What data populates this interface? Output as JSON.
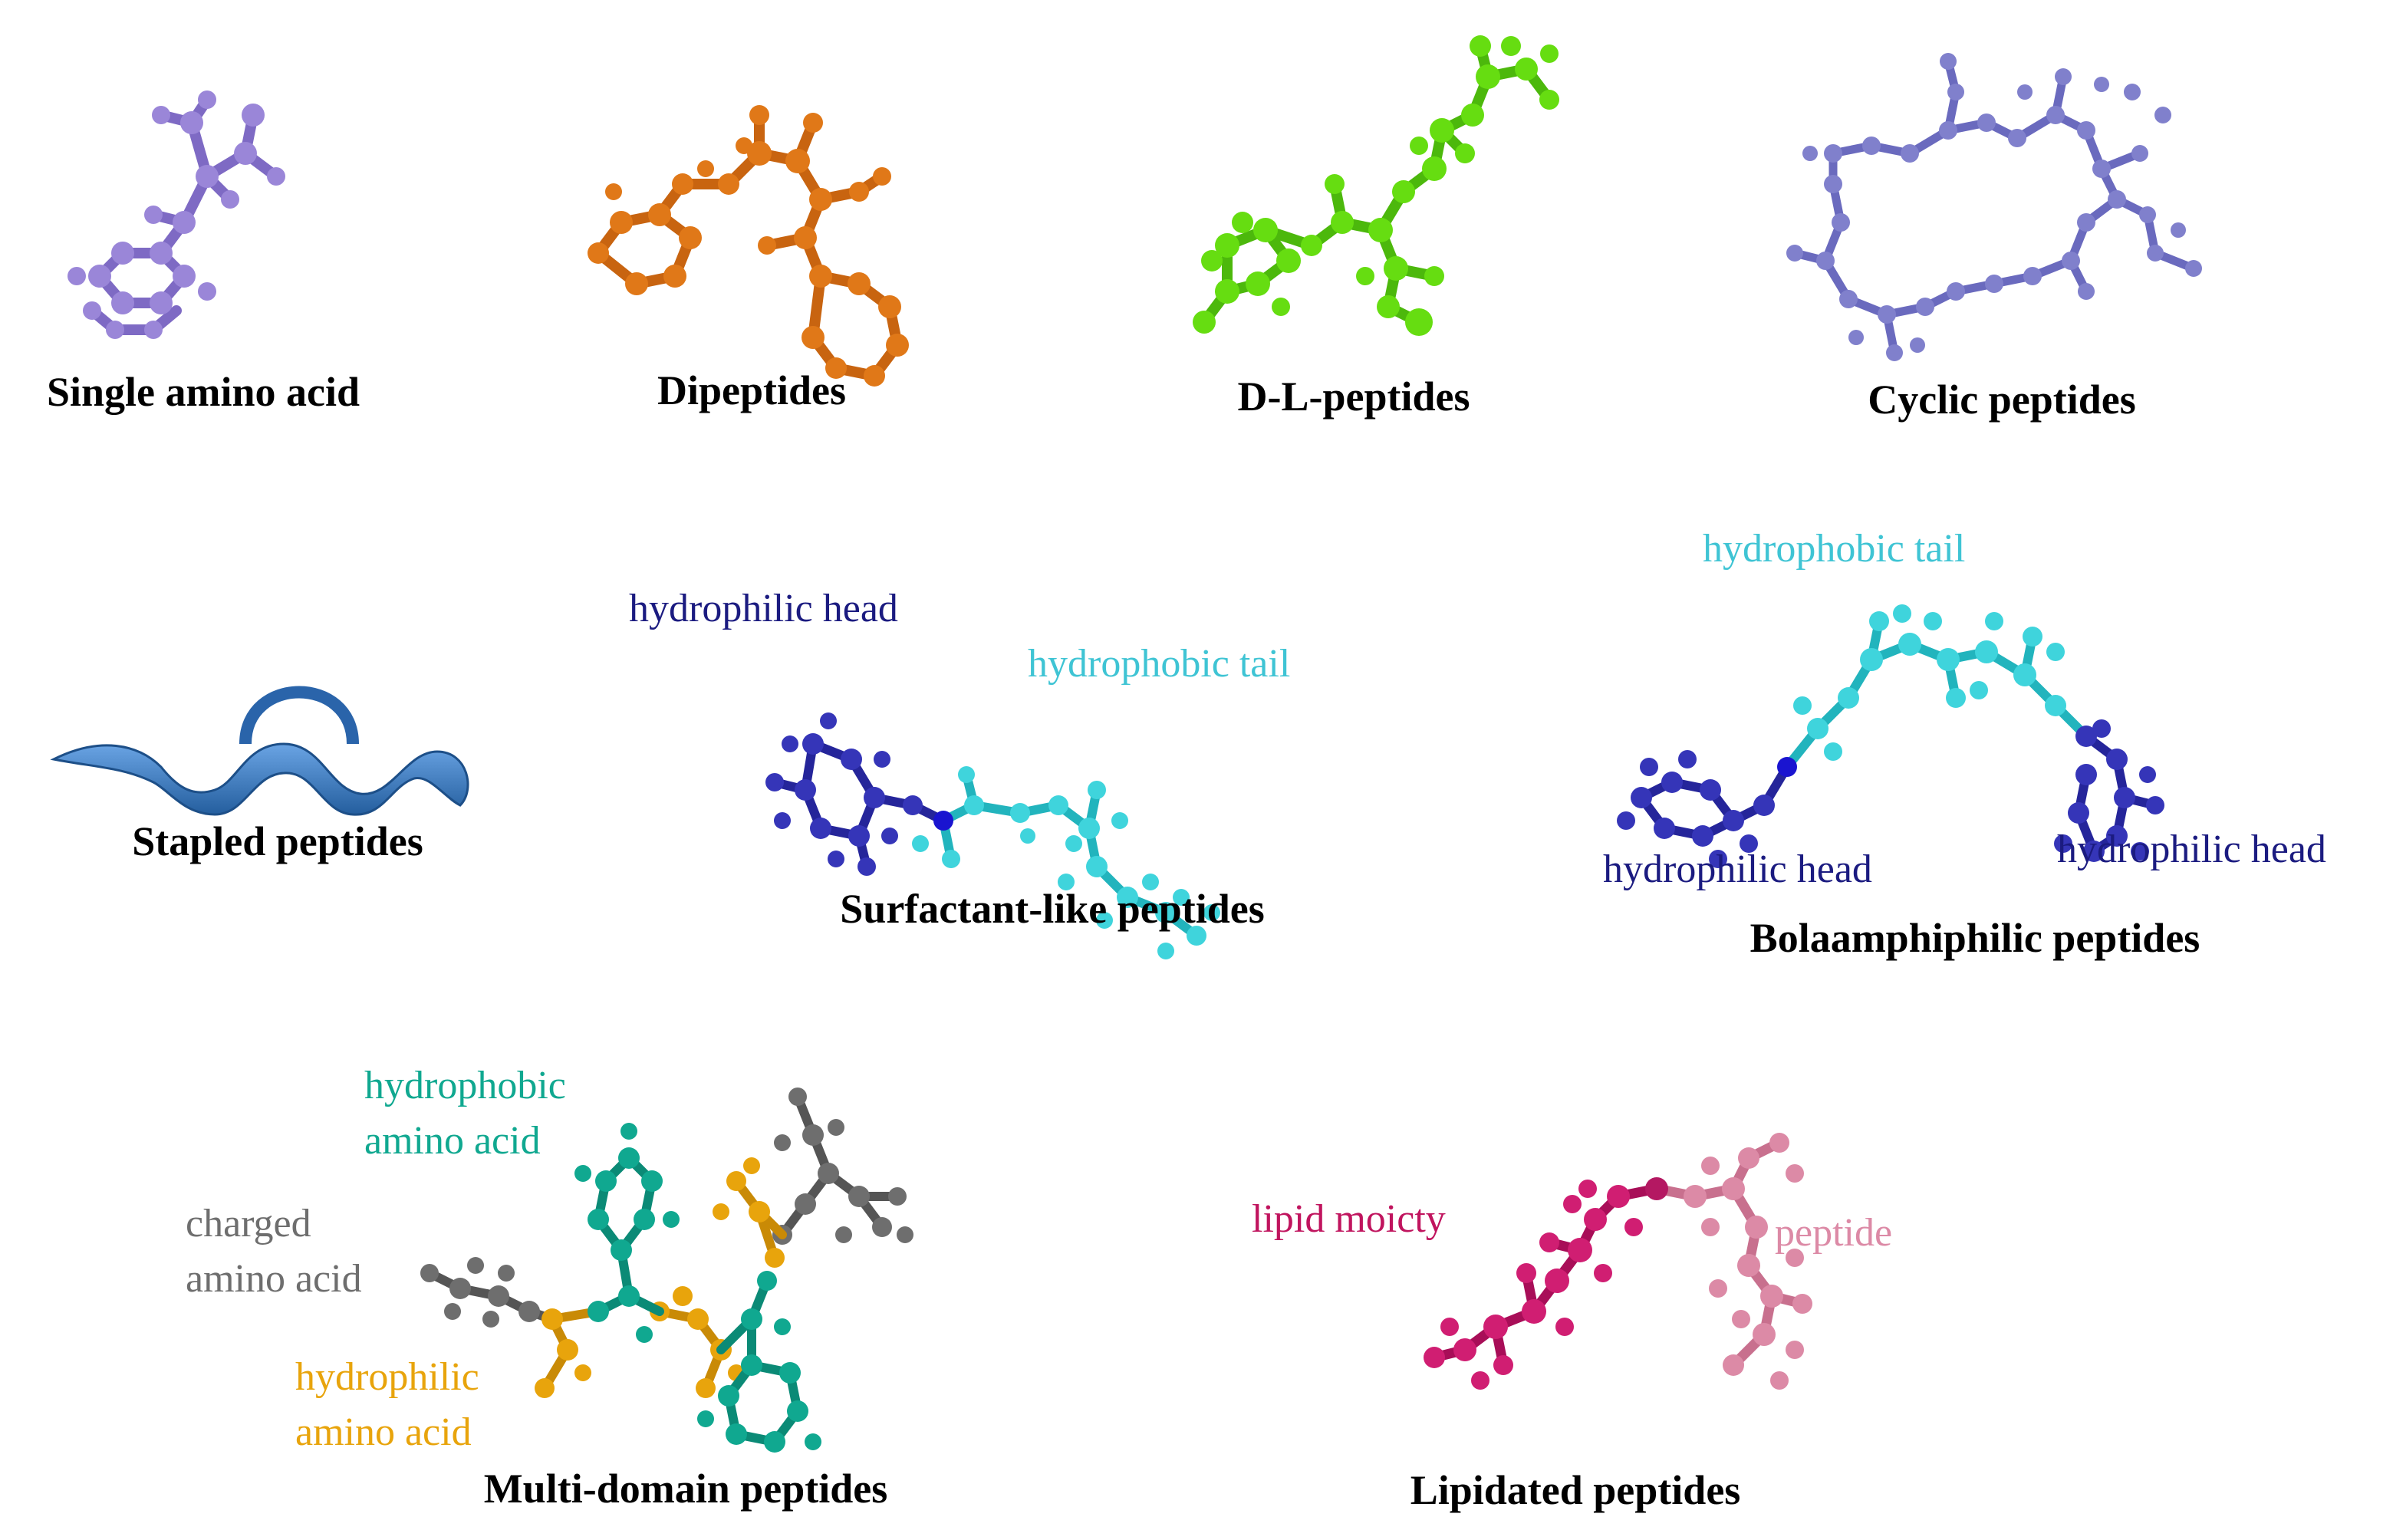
{
  "colors": {
    "single": "#9a86d8",
    "dipeptide": "#e07818",
    "dl": "#66dd11",
    "cyclic": "#8080cc",
    "stapled": "#3a7cc8",
    "head": "#2a2a9a",
    "tail": "#30c8d0",
    "hydrophobic_aa": "#10a890",
    "charged": "#6e6e6e",
    "hydrophilic_aa": "#e8a40c",
    "lipid": "#d01e72",
    "peptide": "#dc8aa6",
    "label_head": "#1b1b80",
    "label_tail": "#3fc4d4"
  },
  "panels": {
    "single": {
      "title": "Single amino acid",
      "icon": "single-amino-acid-ball-and-stick-icon"
    },
    "dipeptides": {
      "title": "Dipeptides",
      "icon": "dipeptide-ball-and-stick-icon"
    },
    "dl": {
      "title": "D-L-peptides",
      "icon": "d-l-peptide-ball-and-stick-icon"
    },
    "cyclic": {
      "title": "Cyclic peptides",
      "icon": "cyclic-peptide-ball-and-stick-icon"
    },
    "stapled": {
      "title": "Stapled peptides",
      "icon": "stapled-helix-ribbon-icon"
    },
    "surfactant": {
      "title": "Surfactant-like peptides",
      "label_head": "hydrophilic head",
      "label_tail": "hydrophobic tail",
      "icon": "surfactant-peptide-ball-and-stick-icon"
    },
    "bola": {
      "title": "Bolaamphiphilic  peptides",
      "label_tail": "hydrophobic tail",
      "label_head_left": "hydrophilic head",
      "label_head_right": "hydrophilic head",
      "icon": "bolaamphiphile-ball-and-stick-icon"
    },
    "multidomain": {
      "title": "Multi-domain peptides",
      "hydrophobic_1": "hydrophobic",
      "hydrophobic_2": "amino acid",
      "charged_1": "charged",
      "charged_2": "amino acid",
      "hydrophilic_1": "hydrophilic",
      "hydrophilic_2": "amino acid",
      "icon": "multi-domain-peptide-ball-and-stick-icon"
    },
    "lipidated": {
      "title": "Lipidated peptides",
      "label_lipid": "lipid moicty",
      "label_peptide": "peptide",
      "icon": "lipidated-peptide-ball-and-stick-icon"
    }
  }
}
